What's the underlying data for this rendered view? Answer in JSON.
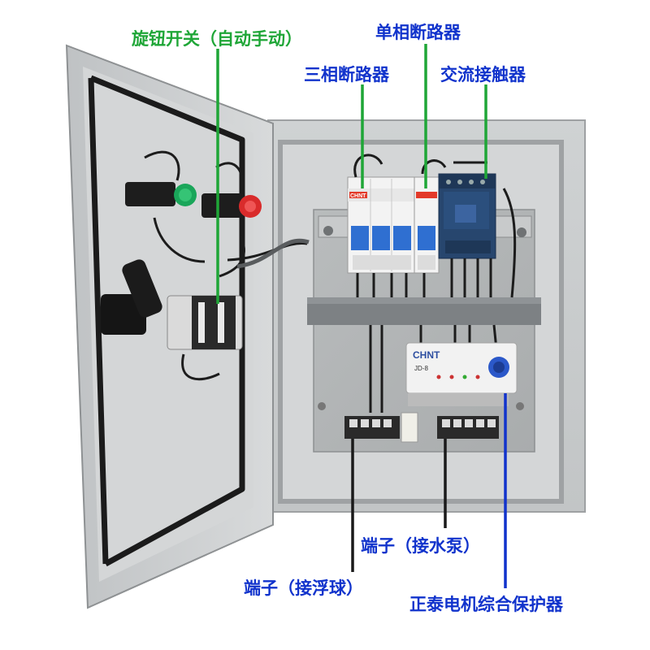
{
  "callouts": {
    "rotary_switch": "旋钮开关（自动手动）",
    "single_phase_breaker": "单相断路器",
    "three_phase_breaker": "三相断路器",
    "ac_contactor": "交流接触器",
    "terminal_pump": "端子（接水泵）",
    "terminal_float": "端子（接浮球）",
    "motor_protector": "正泰电机综合保护器"
  },
  "device_marks": {
    "breaker_brand": "CHNT",
    "protector_brand": "CHNT",
    "protector_model": "JD-8"
  },
  "colors": {
    "callout_green": "#1fa637",
    "callout_blue": "#1133cc",
    "cabinet_gray": "#c9ccce",
    "contactor_blue": "#27466e"
  }
}
